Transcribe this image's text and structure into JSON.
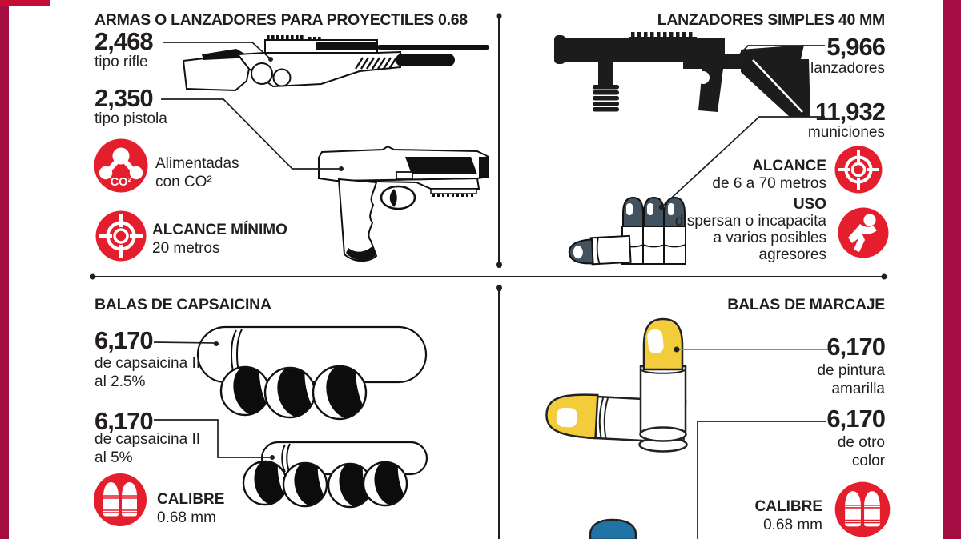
{
  "colors": {
    "accent_red": "#e41e2d",
    "side_band": "#a50e43",
    "top_band": "#c40e35",
    "marker_yellow": "#f3cc3c",
    "munition_slate": "#42535f",
    "marker_blue": "#2173a5",
    "ink": "#221e1f"
  },
  "icons": {
    "co2": "co2-molecule-icon",
    "target": "target-icon",
    "person": "person-icon",
    "calibre": "bullet-pair-icon"
  },
  "top_left": {
    "title": "ARMAS O LANZADORES PARA PROYECTILES 0.68",
    "stat1": {
      "value": "2,468",
      "label": "tipo rifle"
    },
    "stat2": {
      "value": "2,350",
      "label": "tipo pistola"
    },
    "feature1": {
      "badge": "CO²",
      "line1": "Alimentadas",
      "line2": "con CO²"
    },
    "feature2": {
      "title": "ALCANCE MÍNIMO",
      "line1": "20 metros"
    }
  },
  "top_right": {
    "title": "LANZADORES SIMPLES 40 MM",
    "stat1": {
      "value": "5,966",
      "label": "lanzadores"
    },
    "stat2": {
      "value": "11,932",
      "label": "municiones"
    },
    "feature1": {
      "title": "ALCANCE",
      "line1": "de 6 a 70 metros"
    },
    "feature2": {
      "title": "USO",
      "line1": "dispersan o incapacita",
      "line2": "a varios posibles",
      "line3": "agresores"
    }
  },
  "bottom_left": {
    "title": "BALAS DE CAPSAICINA",
    "stat1": {
      "value": "6,170",
      "line1": "de capsaicina II",
      "line2": "al 2.5%"
    },
    "stat2": {
      "value": "6,170",
      "line1": "de capsaicina II",
      "line2": "al 5%"
    },
    "calibre": {
      "title": "CALIBRE",
      "value": "0.68 mm"
    }
  },
  "bottom_right": {
    "title": "BALAS DE MARCAJE",
    "stat1": {
      "value": "6,170",
      "line1": "de pintura",
      "line2": "amarilla"
    },
    "stat2": {
      "value": "6,170",
      "line1": "de otro",
      "line2": "color"
    },
    "calibre": {
      "title": "CALIBRE",
      "value": "0.68 mm"
    }
  }
}
